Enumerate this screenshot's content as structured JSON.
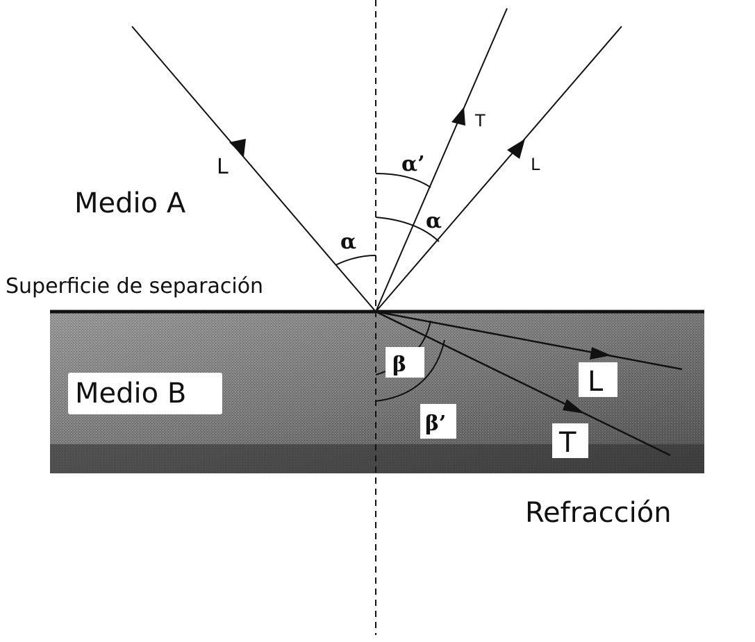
{
  "labels": {
    "medio_a": "Medio A",
    "medio_b": "Medio B",
    "superficie": "Superficie de separación",
    "refraccion": "Refracción"
  },
  "rays": {
    "incident": "L",
    "reflected_t": "T",
    "reflected_l": "L",
    "refracted_l": "L",
    "refracted_t": "T"
  },
  "angles": {
    "alpha_incident": "α",
    "alpha_prime": "α’",
    "alpha_reflected": "α",
    "beta": "β",
    "beta_prime": "β’"
  },
  "colors": {
    "line": "#111111",
    "medium_b": "#8a8a8a",
    "medium_b_dark": "#3a3a3a"
  }
}
